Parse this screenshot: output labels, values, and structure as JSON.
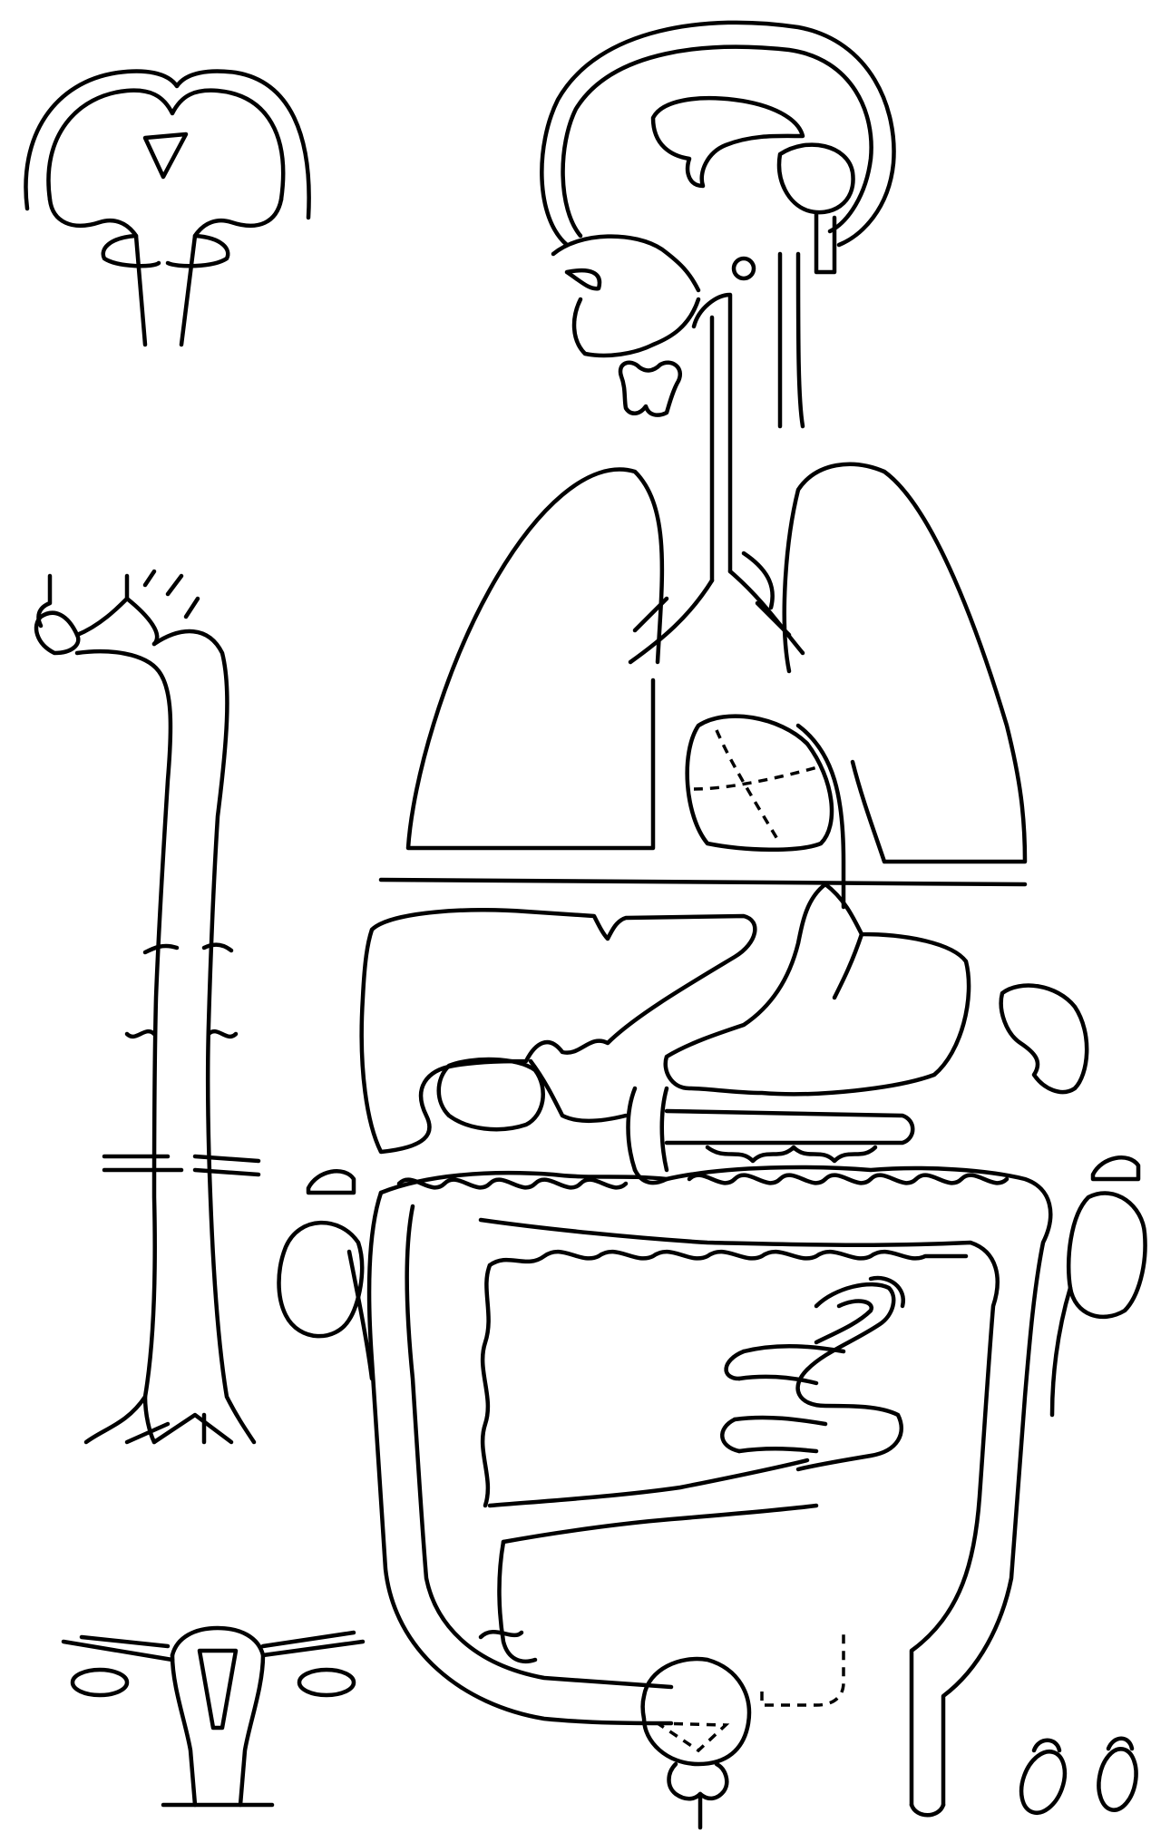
{
  "figure": {
    "type": "unlabeled anatomy line drawing",
    "colors": {
      "stroke": "#000000",
      "background": "#ffffff"
    },
    "organs": [
      "brain-coronal-section",
      "brain-sagittal-section",
      "nasal-cavity",
      "thyroid",
      "trachea",
      "lungs",
      "heart",
      "diaphragm",
      "liver",
      "gallbladder",
      "stomach",
      "pancreas",
      "spleen",
      "large-intestine",
      "small-intestine",
      "kidneys",
      "adrenal-glands",
      "aorta",
      "bladder",
      "prostate",
      "uterus",
      "ovaries",
      "testes"
    ]
  }
}
